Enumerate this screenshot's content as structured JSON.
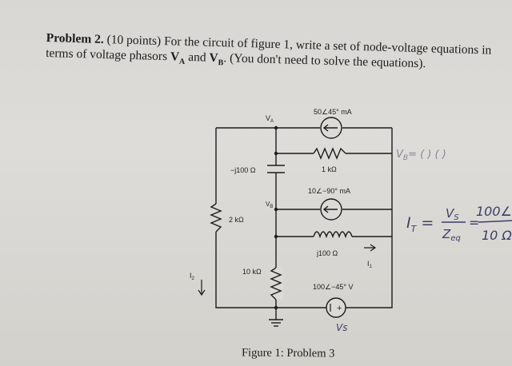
{
  "problem": {
    "heading": "Problem 2.",
    "points": "(10 points)",
    "text_line1": "For the circuit of figure 1, write a set of node-voltage equations in",
    "text_line2_a": "terms of voltage phasors ",
    "va": "V",
    "va_sub": "A",
    "and": " and ",
    "vb": "V",
    "vb_sub": "B",
    "text_line2_b": ". (You don't need to solve the equations)."
  },
  "circuit": {
    "node_a_label": "V",
    "node_a_sub": "A",
    "node_b_label": "V",
    "node_b_sub": "B",
    "current_source_top": "50∠45° mA",
    "resistor_1k": "1 kΩ",
    "capacitor": "−j100 Ω",
    "current_source_mid": "10∠−90° mA",
    "resistor_2k": "2 kΩ",
    "inductor": "j100 Ω",
    "resistor_10k": "10 kΩ",
    "voltage_source": "100∠−45° V",
    "current_i1": "I",
    "current_i1_sub": "1",
    "current_i2": "I",
    "current_i2_sub": "2",
    "vs_plus": "+"
  },
  "figure_caption": "Figure 1: Problem 3",
  "handwriting": {
    "vb_note": "V",
    "vb_note_sub": "B",
    "vb_note_rest": "= ( ) ( )",
    "vs_tag": "Vs",
    "eq_lhs": "I",
    "eq_lhs_sub": "T",
    "eq_num1": "V",
    "eq_num1_sub": "S",
    "eq_den1": "Z",
    "eq_den1_sub": "eq",
    "eq_num2": "100∠",
    "eq_den2": "10 Ω"
  },
  "colors": {
    "paper": "#dcdad6",
    "ink": "#1c1c1c",
    "pen": "#3b3f66"
  }
}
